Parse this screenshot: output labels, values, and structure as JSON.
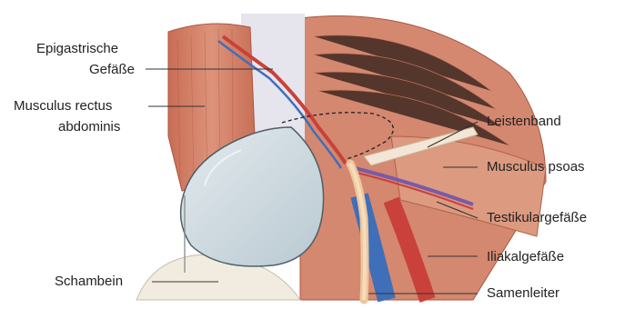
{
  "labels": {
    "epigastric_line1": "Epigastrische",
    "epigastric_line2": "Gefäße",
    "rectus_line1": "Musculus rectus",
    "rectus_line2": "abdominis",
    "schambein": "Schambein",
    "leistenband": "Leistenband",
    "psoas": "Musculus psoas",
    "testikular": "Testikulargefäße",
    "iliakal": "Iliakalgefäße",
    "samenleiter": "Samenleiter"
  },
  "colors": {
    "muscle": "#d98a72",
    "muscle_dark": "#b8573f",
    "fascia": "#e8e6ee",
    "peritoneum_sac": "#d3dde2",
    "bone": "#f3ede2",
    "artery": "#c9413a",
    "vein": "#3f6fb8",
    "vas": "#f2cfa6",
    "leader": "#333333"
  }
}
